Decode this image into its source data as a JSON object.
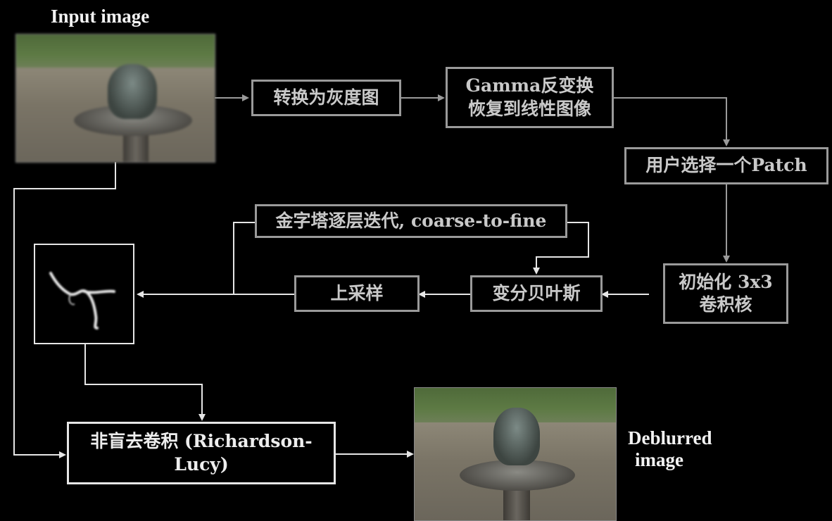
{
  "labels": {
    "input_image": "Input image",
    "deblurred_line1": "Deblurred",
    "deblurred_line2": "image"
  },
  "steps": {
    "grayscale": "转换为灰度图",
    "gamma": "Gamma反变换\n恢复到线性图像",
    "patch": "用户选择一个Patch",
    "init_kernel": "初始化 3x3\n卷积核",
    "variational_bayes": "变分贝叶斯",
    "upsample": "上采样",
    "pyramid": "金字塔逐层迭代, coarse-to-fine",
    "rl_deconv": "非盲去卷积 (Richardson-\nLucy)"
  },
  "colors": {
    "background": "#000000",
    "gray_box_border": "#9a9a9a",
    "white_box_border": "#e6e6e6",
    "arrow_gray": "#9a9a9a",
    "arrow_white": "#e6e6e6"
  }
}
